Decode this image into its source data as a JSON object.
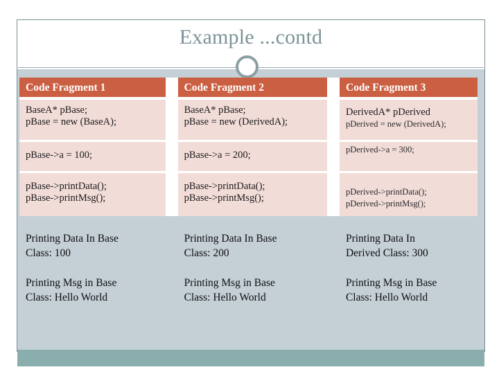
{
  "slide": {
    "title": "Example ...contd",
    "colors": {
      "title_text": "#7c9398",
      "header_bg": "#cb5f42",
      "header_text": "#ffffff",
      "cell_bg": "#f2dcd8",
      "panel_bg": "#c4cfd6",
      "bottom_bar": "#8aadad",
      "frame_line": "#7c8e93"
    },
    "decoration": {
      "ring_icon": "circle-ring-icon",
      "rule": "horizontal-rule"
    }
  },
  "table": {
    "headers": [
      "Code Fragment 1",
      "Code Fragment 2",
      "Code Fragment 3"
    ],
    "code_rows": [
      {
        "col1": [
          "BaseA* pBase;",
          "pBase = new (BaseA);"
        ],
        "col2": [
          "BaseA* pBase;",
          "pBase = new (DerivedA);"
        ],
        "col3": [
          "DerivedA* pDerived",
          "pDerived = new (DerivedA);"
        ]
      },
      {
        "col1": [
          "pBase->a = 100;"
        ],
        "col2": [
          "pBase->a = 200;"
        ],
        "col3": [
          "pDerived->a = 300;"
        ]
      },
      {
        "col1": [
          "pBase->printData();",
          "pBase->printMsg();"
        ],
        "col2": [
          "pBase->printData();",
          "pBase->printMsg();"
        ],
        "col3": [
          "pDerived->printData();",
          "pDerived->printMsg();"
        ]
      }
    ],
    "output_rows": [
      {
        "col1": [
          "Printing Data In Base",
          "Class: 100"
        ],
        "col2": [
          "Printing Data In Base",
          "Class: 200"
        ],
        "col3": [
          "Printing Data In",
          "Derived Class: 300"
        ]
      },
      {
        "col1": [
          "Printing Msg in Base",
          "Class: Hello World"
        ],
        "col2": [
          "Printing Msg in Base",
          "Class: Hello World"
        ],
        "col3": [
          "Printing Msg in Base",
          "Class: Hello World"
        ]
      }
    ]
  }
}
